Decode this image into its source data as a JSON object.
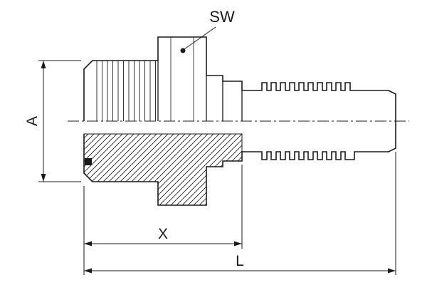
{
  "labels": {
    "sw": "SW",
    "a": "A",
    "x": "X",
    "l": "L"
  },
  "colors": {
    "line": "#1a1a1a",
    "background": "#ffffff"
  }
}
